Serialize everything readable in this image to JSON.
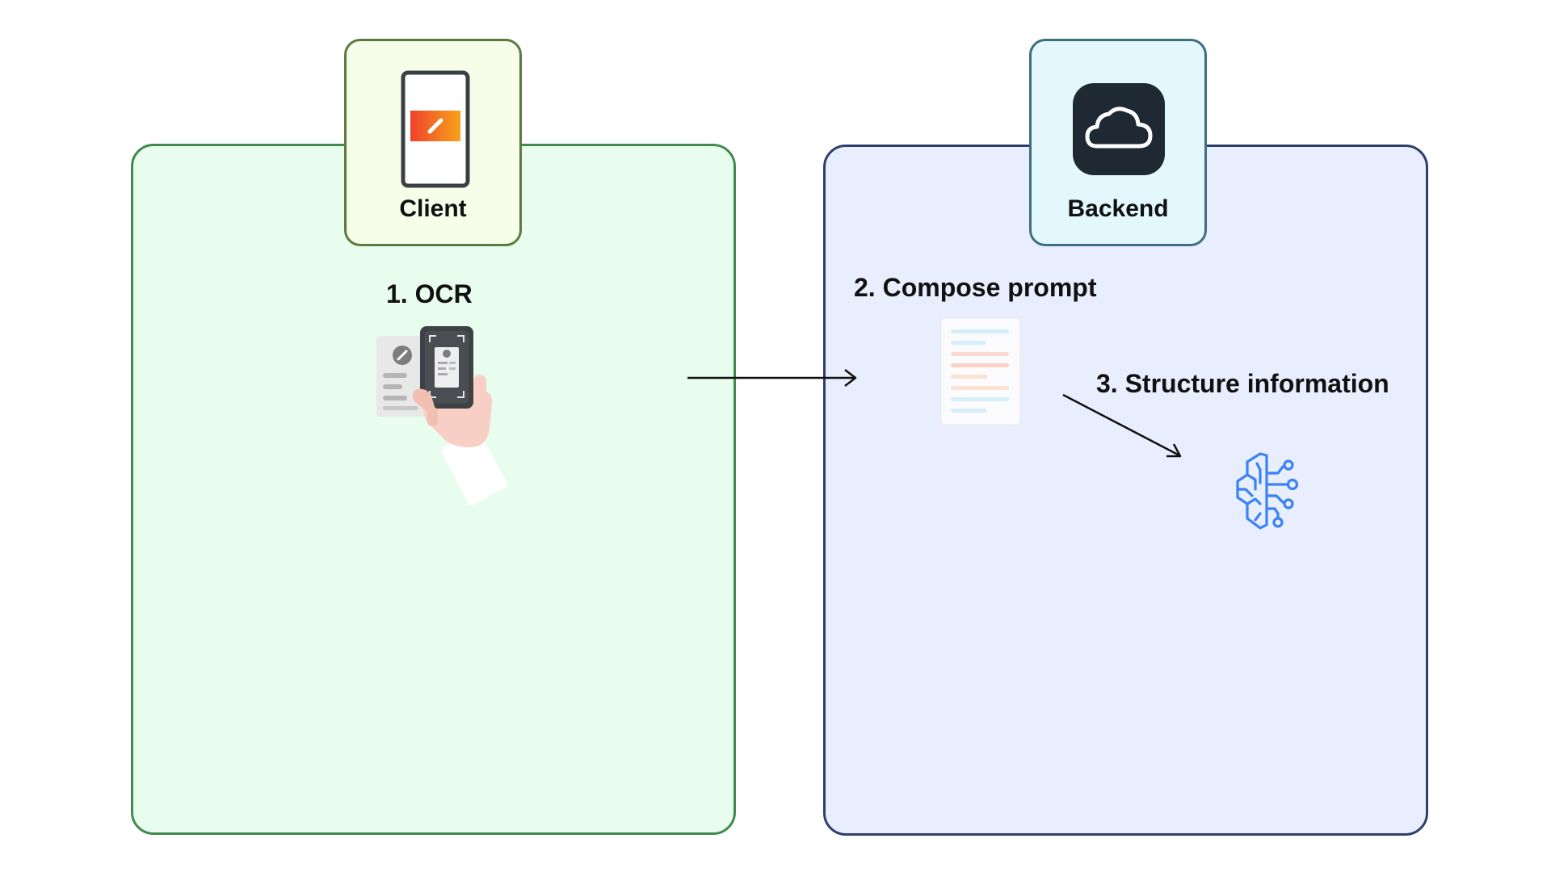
{
  "colors": {
    "client_panel_fill": "#e8fdee",
    "client_panel_border": "#3f8a4d",
    "client_card_fill": "#f6fde8",
    "client_card_border": "#5b7a3f",
    "backend_panel_fill": "#e8eefd",
    "backend_panel_border": "#2f3f6b",
    "backend_card_fill": "#e2f8fd",
    "backend_card_border": "#3f6f7f",
    "cloud_tile": "#1f2933",
    "arrow": "#111111",
    "brain_icon": "#3b82f6",
    "screen_gradient_start": "#f0422a",
    "screen_gradient_end": "#f7a21b"
  },
  "client": {
    "title": "Client",
    "icon": "phone-icon",
    "step": "1. OCR",
    "illustration": "hand-scanning-document-icon"
  },
  "backend": {
    "title": "Backend",
    "icon": "cloud-icon",
    "step_compose": "2. Compose prompt",
    "compose_illustration": "prompt-document-icon",
    "step_structure": "3. Structure information",
    "structure_illustration": "ai-brain-circuit-icon"
  }
}
